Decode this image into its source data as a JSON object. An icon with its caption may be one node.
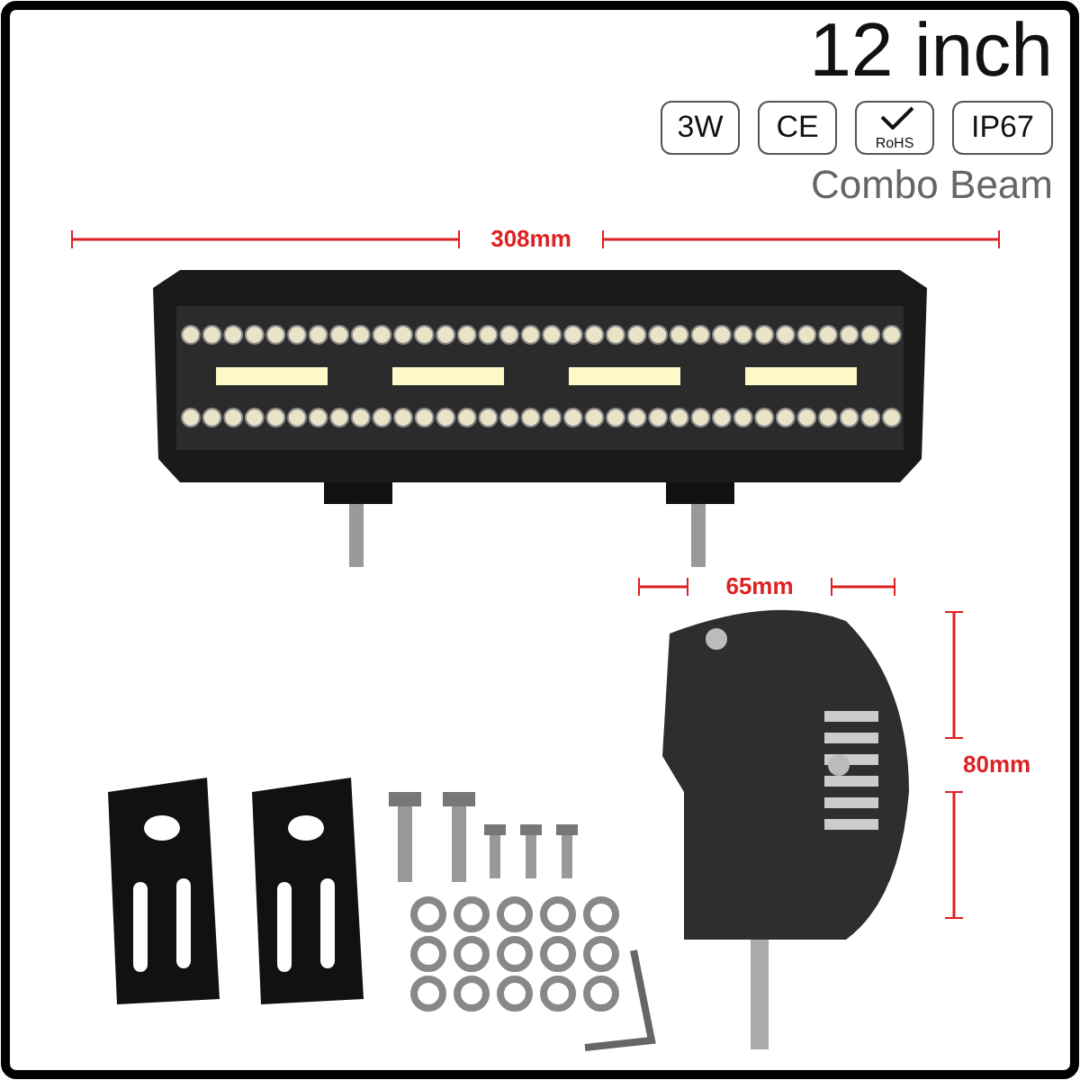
{
  "diagram": {
    "nodes": [
      {
        "text": [
          "3W"
        ]
      },
      {
        "text": [
          "CE"
        ]
      },
      {
        "text": [
          "RoHS"
        ]
      },
      {
        "text": [
          "IP67"
        ]
      }
    ],
    "edges": [],
    "labels": [
      "12 inch",
      "Combo Beam",
      "308mm",
      "65mm",
      "80mm"
    ]
  }
}
